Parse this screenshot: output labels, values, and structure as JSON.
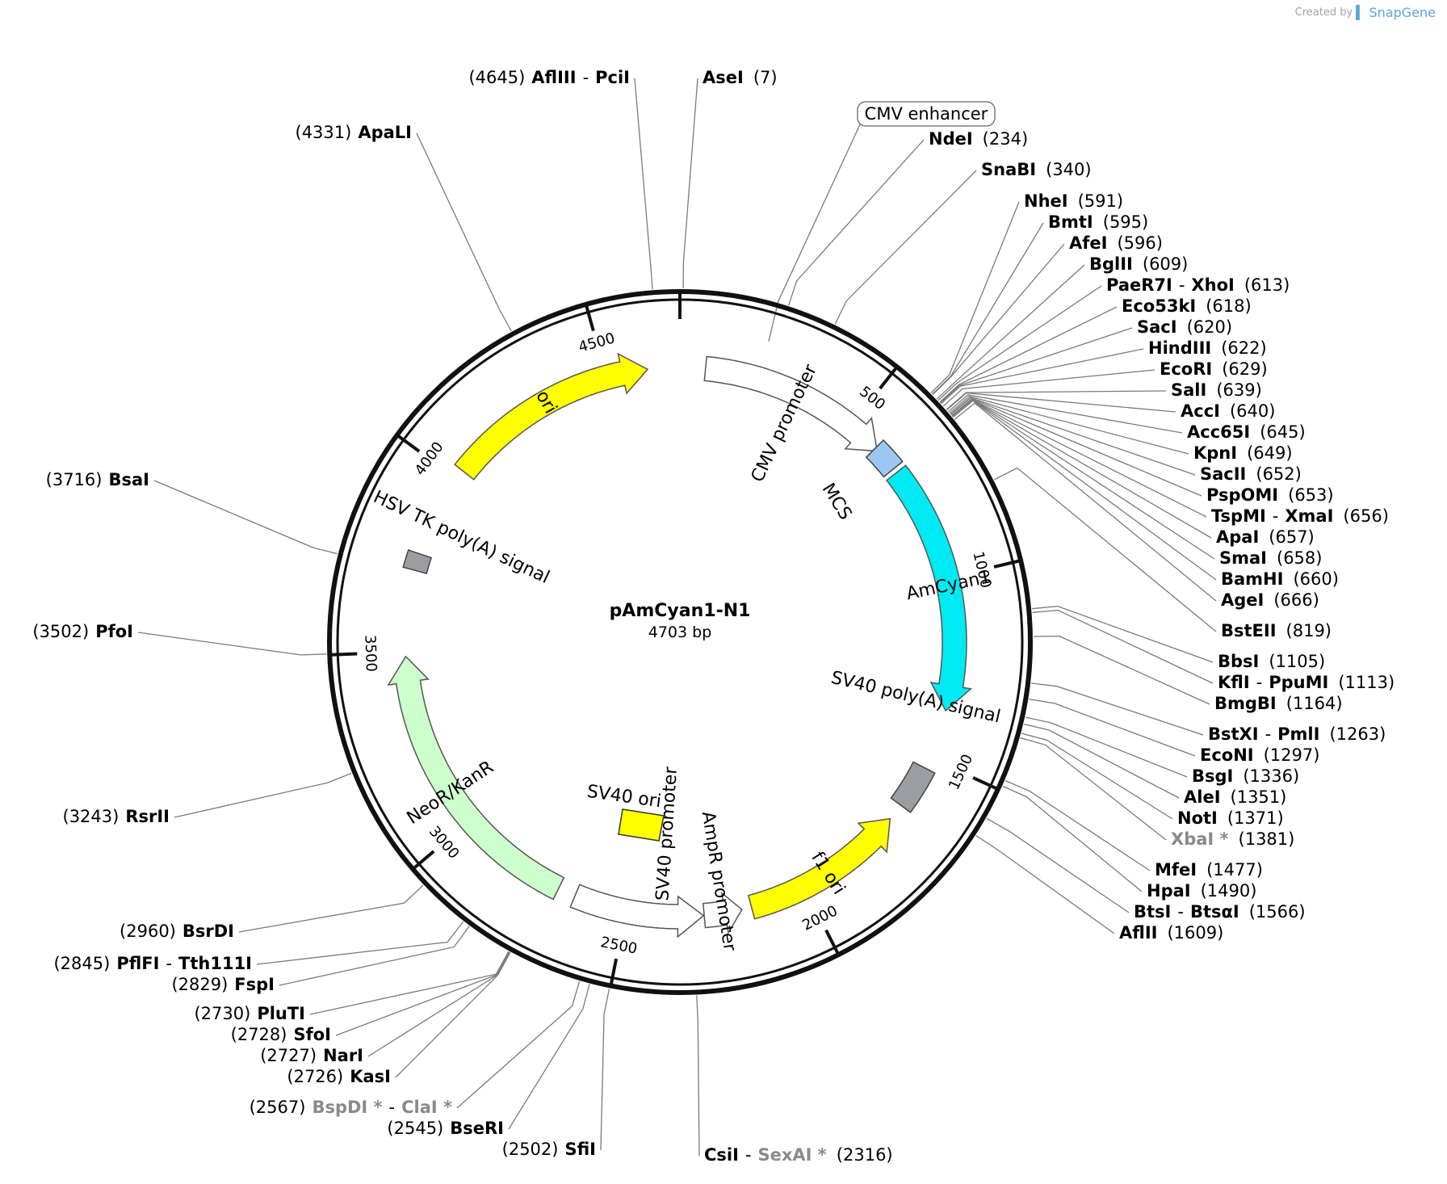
{
  "credit": {
    "prefix": "Created by",
    "brand": "SnapGene"
  },
  "plasmid": {
    "name": "pAmCyan1-N1",
    "size_label": "4703 bp",
    "length": 4703
  },
  "ticks": [
    {
      "pos": 500,
      "label": "500"
    },
    {
      "pos": 1000,
      "label": "1000"
    },
    {
      "pos": 1500,
      "label": "1500"
    },
    {
      "pos": 2000,
      "label": "2000"
    },
    {
      "pos": 2500,
      "label": "2500"
    },
    {
      "pos": 3000,
      "label": "3000"
    },
    {
      "pos": 3500,
      "label": "3500"
    },
    {
      "pos": 4000,
      "label": "4000"
    },
    {
      "pos": 4500,
      "label": "4500"
    }
  ],
  "features": [
    {
      "name": "CMV promoter",
      "start": 70,
      "end": 600,
      "dir": 1,
      "kind": "arrow",
      "color": "#ffffff"
    },
    {
      "name": "MCS",
      "start": 591,
      "end": 666,
      "dir": 0,
      "kind": "box",
      "color": "#9cc7f2"
    },
    {
      "name": "AmCyan1",
      "start": 679,
      "end": 1365,
      "dir": 1,
      "kind": "arrow",
      "color": "#00eaf4"
    },
    {
      "name": "SV40 poly(A) signal",
      "start": 1531,
      "end": 1652,
      "dir": 0,
      "kind": "box",
      "color": "#9a9da1"
    },
    {
      "name": "f1 ori",
      "start": 1699,
      "end": 2154,
      "dir": -1,
      "kind": "arrow",
      "color": "#ffff00"
    },
    {
      "name": "AmpR promoter",
      "start": 2181,
      "end": 2285,
      "dir": -1,
      "kind": "arrow",
      "color": "#ffffff"
    },
    {
      "name": "SV40 promoter",
      "start": 2287,
      "end": 2645,
      "dir": -1,
      "kind": "arrow",
      "color": "#ffffff"
    },
    {
      "name": "SV40 ori",
      "start": 2496,
      "end": 2631,
      "dir": 0,
      "kind": "box",
      "color": "#ffff00"
    },
    {
      "name": "NeoR/KanR",
      "start": 2694,
      "end": 3488,
      "dir": 1,
      "kind": "arrow",
      "color": "#ccffcc"
    },
    {
      "name": "HSV TK poly(A) signal",
      "start": 3725,
      "end": 3772,
      "dir": 0,
      "kind": "box",
      "color": "#9a9da1"
    },
    {
      "name": "ori",
      "start": 4027,
      "end": 4615,
      "dir": 1,
      "kind": "arrow",
      "color": "#ffff00"
    }
  ],
  "enzymes": [
    {
      "pos": 7,
      "parts": [
        {
          "t": "AseI"
        }
      ],
      "pos_label": "(7)"
    },
    {
      "pos": 234,
      "parts": [
        {
          "t": "NdeI"
        }
      ],
      "pos_label": "(234)"
    },
    {
      "pos": 340,
      "parts": [
        {
          "t": "SnaBI"
        }
      ],
      "pos_label": "(340)"
    },
    {
      "pos": 591,
      "parts": [
        {
          "t": "NheI"
        }
      ],
      "pos_label": "(591)"
    },
    {
      "pos": 595,
      "parts": [
        {
          "t": "BmtI"
        }
      ],
      "pos_label": "(595)"
    },
    {
      "pos": 596,
      "parts": [
        {
          "t": "AfeI"
        }
      ],
      "pos_label": "(596)"
    },
    {
      "pos": 609,
      "parts": [
        {
          "t": "BglII"
        }
      ],
      "pos_label": "(609)"
    },
    {
      "pos": 613,
      "parts": [
        {
          "t": "PaeR7I"
        },
        {
          "t": "XhoI"
        }
      ],
      "pos_label": "(613)"
    },
    {
      "pos": 618,
      "parts": [
        {
          "t": "Eco53kI"
        }
      ],
      "pos_label": "(618)"
    },
    {
      "pos": 620,
      "parts": [
        {
          "t": "SacI"
        }
      ],
      "pos_label": "(620)"
    },
    {
      "pos": 622,
      "parts": [
        {
          "t": "HindIII"
        }
      ],
      "pos_label": "(622)"
    },
    {
      "pos": 629,
      "parts": [
        {
          "t": "EcoRI"
        }
      ],
      "pos_label": "(629)"
    },
    {
      "pos": 639,
      "parts": [
        {
          "t": "SalI"
        }
      ],
      "pos_label": "(639)"
    },
    {
      "pos": 640,
      "parts": [
        {
          "t": "AccI"
        }
      ],
      "pos_label": "(640)"
    },
    {
      "pos": 645,
      "parts": [
        {
          "t": "Acc65I"
        }
      ],
      "pos_label": "(645)"
    },
    {
      "pos": 649,
      "parts": [
        {
          "t": "KpnI"
        }
      ],
      "pos_label": "(649)"
    },
    {
      "pos": 652,
      "parts": [
        {
          "t": "SacII"
        }
      ],
      "pos_label": "(652)"
    },
    {
      "pos": 653,
      "parts": [
        {
          "t": "PspOMI"
        }
      ],
      "pos_label": "(653)"
    },
    {
      "pos": 656,
      "parts": [
        {
          "t": "TspMI"
        },
        {
          "t": "XmaI"
        }
      ],
      "pos_label": "(656)"
    },
    {
      "pos": 657,
      "parts": [
        {
          "t": "ApaI"
        }
      ],
      "pos_label": "(657)"
    },
    {
      "pos": 658,
      "parts": [
        {
          "t": "SmaI"
        }
      ],
      "pos_label": "(658)"
    },
    {
      "pos": 660,
      "parts": [
        {
          "t": "BamHI"
        }
      ],
      "pos_label": "(660)"
    },
    {
      "pos": 666,
      "parts": [
        {
          "t": "AgeI"
        }
      ],
      "pos_label": "(666)"
    },
    {
      "pos": 819,
      "parts": [
        {
          "t": "BstEII"
        }
      ],
      "pos_label": "(819)"
    },
    {
      "pos": 1105,
      "parts": [
        {
          "t": "BbsI"
        }
      ],
      "pos_label": "(1105)"
    },
    {
      "pos": 1113,
      "parts": [
        {
          "t": "KflI"
        },
        {
          "t": "PpuMI"
        }
      ],
      "pos_label": "(1113)"
    },
    {
      "pos": 1164,
      "parts": [
        {
          "t": "BmgBI"
        }
      ],
      "pos_label": "(1164)"
    },
    {
      "pos": 1263,
      "parts": [
        {
          "t": "BstXI"
        },
        {
          "t": "PmlI"
        }
      ],
      "pos_label": "(1263)"
    },
    {
      "pos": 1297,
      "parts": [
        {
          "t": "EcoNI"
        }
      ],
      "pos_label": "(1297)"
    },
    {
      "pos": 1336,
      "parts": [
        {
          "t": "BsgI"
        }
      ],
      "pos_label": "(1336)"
    },
    {
      "pos": 1351,
      "parts": [
        {
          "t": "AleI"
        }
      ],
      "pos_label": "(1351)"
    },
    {
      "pos": 1371,
      "parts": [
        {
          "t": "NotI"
        }
      ],
      "pos_label": "(1371)"
    },
    {
      "pos": 1381,
      "parts": [
        {
          "t": "XbaI *",
          "dim": true
        }
      ],
      "pos_label": "(1381)"
    },
    {
      "pos": 1477,
      "parts": [
        {
          "t": "MfeI"
        }
      ],
      "pos_label": "(1477)"
    },
    {
      "pos": 1490,
      "parts": [
        {
          "t": "HpaI"
        }
      ],
      "pos_label": "(1490)"
    },
    {
      "pos": 1566,
      "parts": [
        {
          "t": "BtsI"
        },
        {
          "t": "BtsαI"
        }
      ],
      "pos_label": "(1566)"
    },
    {
      "pos": 1609,
      "parts": [
        {
          "t": "AflII"
        }
      ],
      "pos_label": "(1609)"
    },
    {
      "pos": 2316,
      "parts": [
        {
          "t": "CsiI"
        },
        {
          "t": "SexAI *",
          "dim": true
        }
      ],
      "pos_label": "(2316)"
    },
    {
      "pos": 2502,
      "parts": [
        {
          "t": "SfiI"
        }
      ],
      "pos_label": "(2502)"
    },
    {
      "pos": 2545,
      "parts": [
        {
          "t": "BseRI"
        }
      ],
      "pos_label": "(2545)"
    },
    {
      "pos": 2567,
      "parts": [
        {
          "t": "BspDI *",
          "dim": true
        },
        {
          "t": "ClaI *",
          "dim": true
        }
      ],
      "pos_label": "(2567)"
    },
    {
      "pos": 2726,
      "parts": [
        {
          "t": "KasI"
        }
      ],
      "pos_label": "(2726)"
    },
    {
      "pos": 2727,
      "parts": [
        {
          "t": "NarI"
        }
      ],
      "pos_label": "(2727)"
    },
    {
      "pos": 2728,
      "parts": [
        {
          "t": "SfoI"
        }
      ],
      "pos_label": "(2728)"
    },
    {
      "pos": 2730,
      "parts": [
        {
          "t": "PluTI"
        }
      ],
      "pos_label": "(2730)"
    },
    {
      "pos": 2829,
      "parts": [
        {
          "t": "FspI"
        }
      ],
      "pos_label": "(2829)"
    },
    {
      "pos": 2845,
      "parts": [
        {
          "t": "PflFI"
        },
        {
          "t": "Tth111I"
        }
      ],
      "pos_label": "(2845)"
    },
    {
      "pos": 2960,
      "parts": [
        {
          "t": "BsrDI"
        }
      ],
      "pos_label": "(2960)"
    },
    {
      "pos": 3243,
      "parts": [
        {
          "t": "RsrII"
        }
      ],
      "pos_label": "(3243)"
    },
    {
      "pos": 3502,
      "parts": [
        {
          "t": "PfoI"
        }
      ],
      "pos_label": "(3502)"
    },
    {
      "pos": 3716,
      "parts": [
        {
          "t": "BsaI"
        }
      ],
      "pos_label": "(3716)"
    },
    {
      "pos": 4331,
      "parts": [
        {
          "t": "ApaLI"
        }
      ],
      "pos_label": "(4331)"
    },
    {
      "pos": 4645,
      "parts": [
        {
          "t": "AflIII"
        },
        {
          "t": "PciI"
        }
      ],
      "pos_label": "(4645)"
    }
  ],
  "callouts": [
    {
      "text": "CMV enhancer",
      "pos": 215
    }
  ]
}
